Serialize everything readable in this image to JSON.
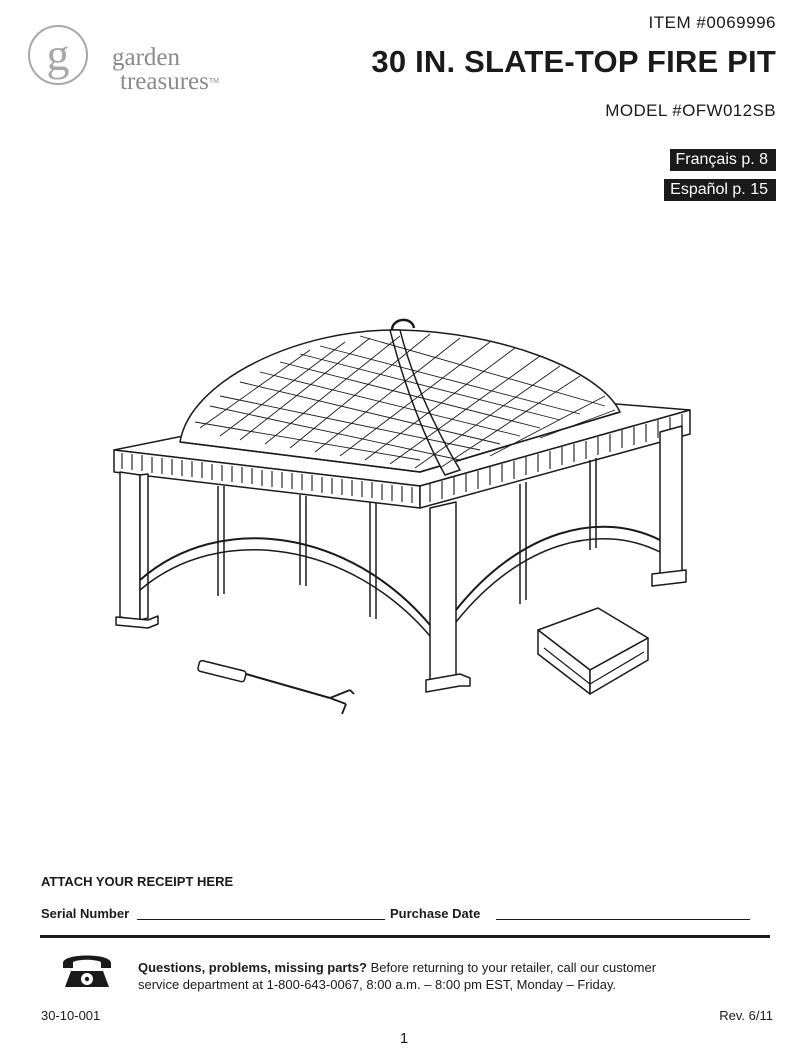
{
  "header": {
    "brand_line1": "garden",
    "brand_line2": "treasures",
    "brand_tm": "TM",
    "item_number": "ITEM #0069996",
    "title": "30 IN. SLATE-TOP FIRE PIT",
    "model_number": "MODEL #OFW012SB"
  },
  "language_links": {
    "french": "Français p. 8",
    "spanish": "Español p. 15"
  },
  "receipt": {
    "title": "ATTACH YOUR RECEIPT HERE",
    "serial_label": "Serial Number",
    "purchase_label": "Purchase Date"
  },
  "help": {
    "question": "Questions, problems, missing parts?",
    "line1": " Before returning to your retailer, call our customer",
    "line2": "service department at 1-800-643-0067, 8:00 a.m. – 8:00 pm EST, Monday – Friday."
  },
  "footer": {
    "doc_code": "30-10-001",
    "revision": "Rev. 6/11",
    "page_number": "1"
  },
  "icons": {
    "logo": "garden-treasures-logo",
    "phone": "telephone-icon"
  }
}
